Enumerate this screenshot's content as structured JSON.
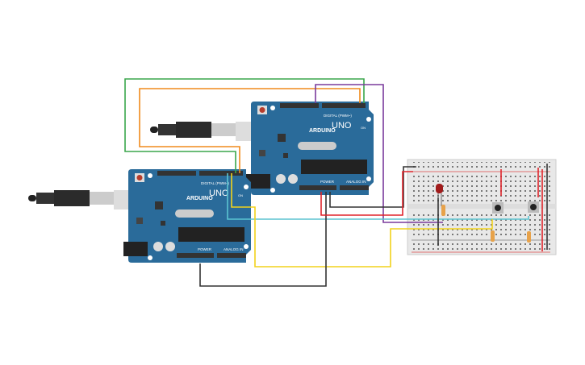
{
  "boards": [
    {
      "name": "arduino-uno-1",
      "logo": "ARDUINO",
      "model": "UNO",
      "digital_label": "DIGITAL (PWM~)",
      "power_label": "POWER",
      "analog_label": "ANALOG IN",
      "on_label": "ON"
    },
    {
      "name": "arduino-uno-2",
      "logo": "ARDUINO",
      "model": "UNO",
      "digital_label": "DIGITAL (PWM~)",
      "power_label": "POWER",
      "analog_label": "ANALOG IN",
      "on_label": "ON"
    }
  ],
  "colors": {
    "board": "#2a6b9a",
    "green": "#3aa64b",
    "orange": "#f08a1c",
    "purple": "#7a3a9c",
    "cyan": "#5bc4d1",
    "yellow": "#f2d21b",
    "black": "#333333",
    "red": "#e0242b",
    "breadboard": "#e8e8e8"
  }
}
